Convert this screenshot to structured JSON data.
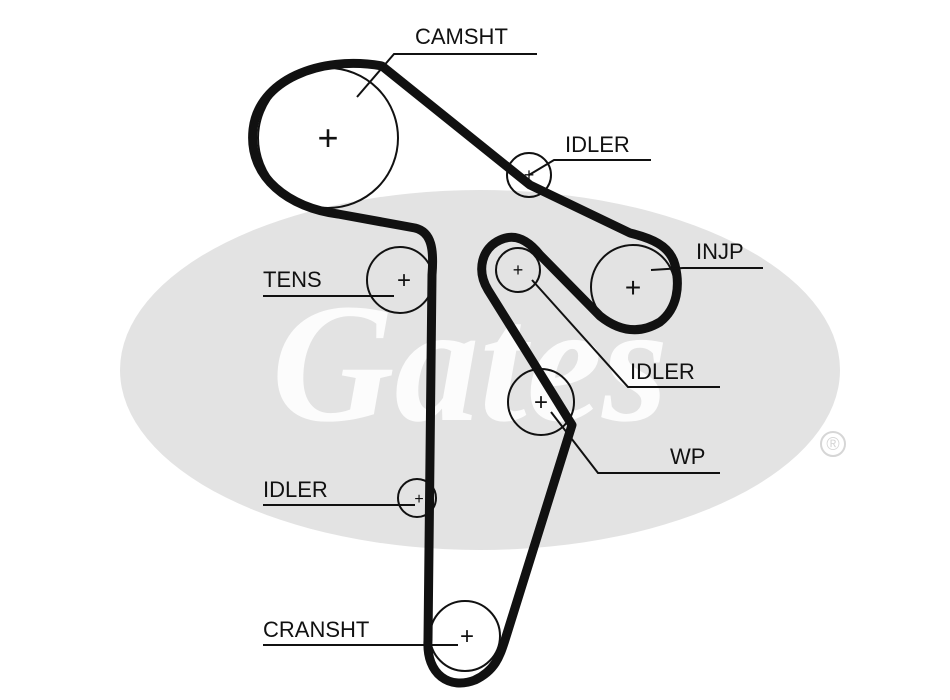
{
  "watermark": {
    "brand": "Gates",
    "registered_mark": "®",
    "color": "#e3e3e3"
  },
  "colors": {
    "belt": "#111111",
    "pulley_stroke": "#111111",
    "leader": "#111111",
    "label": "#111111"
  },
  "labels": {
    "camshaft": "CAMSHT",
    "idler_top": "IDLER",
    "injection_pump": "INJP",
    "tensioner": "TENS",
    "idler_middle": "IDLER",
    "water_pump": "WP",
    "idler_lower": "IDLER",
    "crankshaft": "CRANSHT"
  },
  "center_mark": "+"
}
